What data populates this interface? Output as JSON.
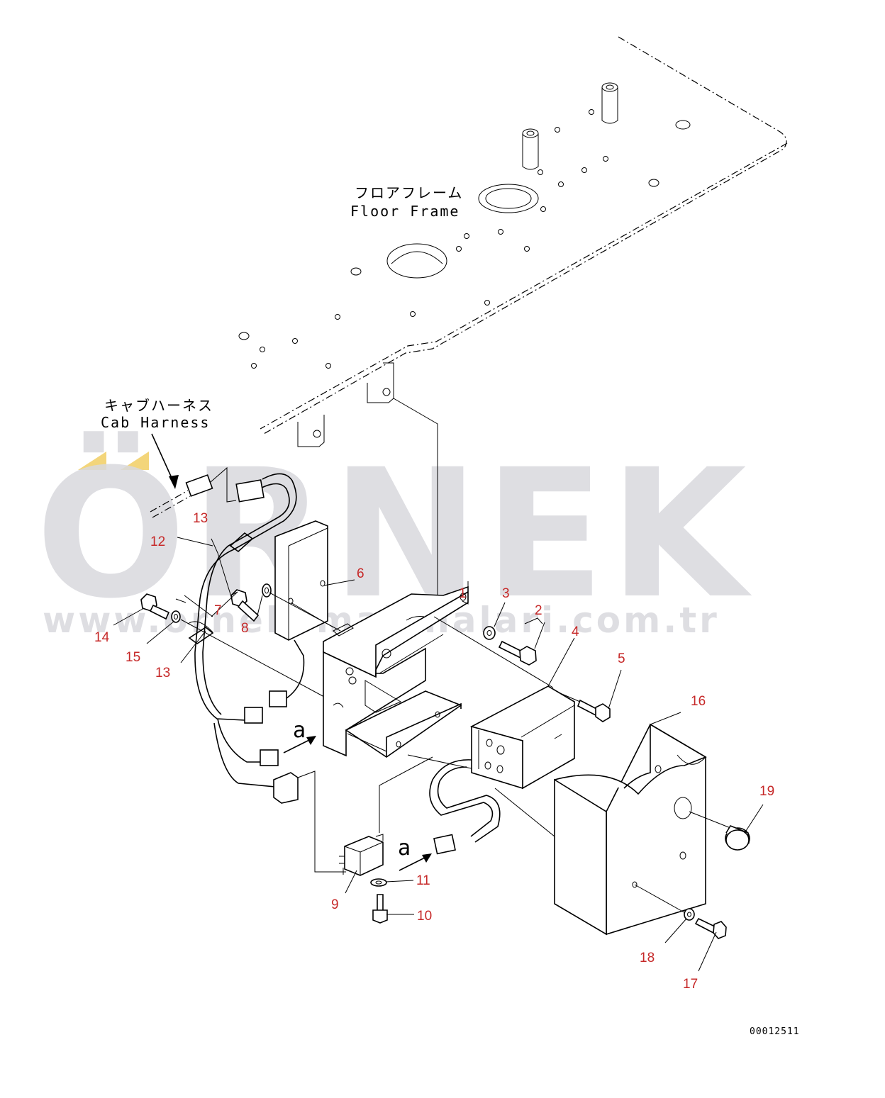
{
  "floor_frame": {
    "label_jp": "フロアフレーム",
    "label_en": "Floor Frame"
  },
  "cab_harness": {
    "label_jp": "キャブハーネス",
    "label_en": "Cab Harness"
  },
  "watermark": {
    "brand": "ÖRNEK",
    "url": "www.orneksmakinalari.com.tr"
  },
  "arrow_marker": "a",
  "drawing_code": "00012511",
  "part_numbers": {
    "p1": "1",
    "p2": "2",
    "p3": "3",
    "p4": "4",
    "p5": "5",
    "p6": "6",
    "p7": "7",
    "p8": "8",
    "p9": "9",
    "p10": "10",
    "p11": "11",
    "p12": "12",
    "p13a": "13",
    "p13b": "13",
    "p14": "14",
    "p15": "15",
    "p16": "16",
    "p17": "17",
    "p18": "18",
    "p19": "19"
  },
  "colors": {
    "callout": "#c62828",
    "line": "#000000",
    "watermark": "#d9d9de",
    "accent": "#f3d57a"
  }
}
